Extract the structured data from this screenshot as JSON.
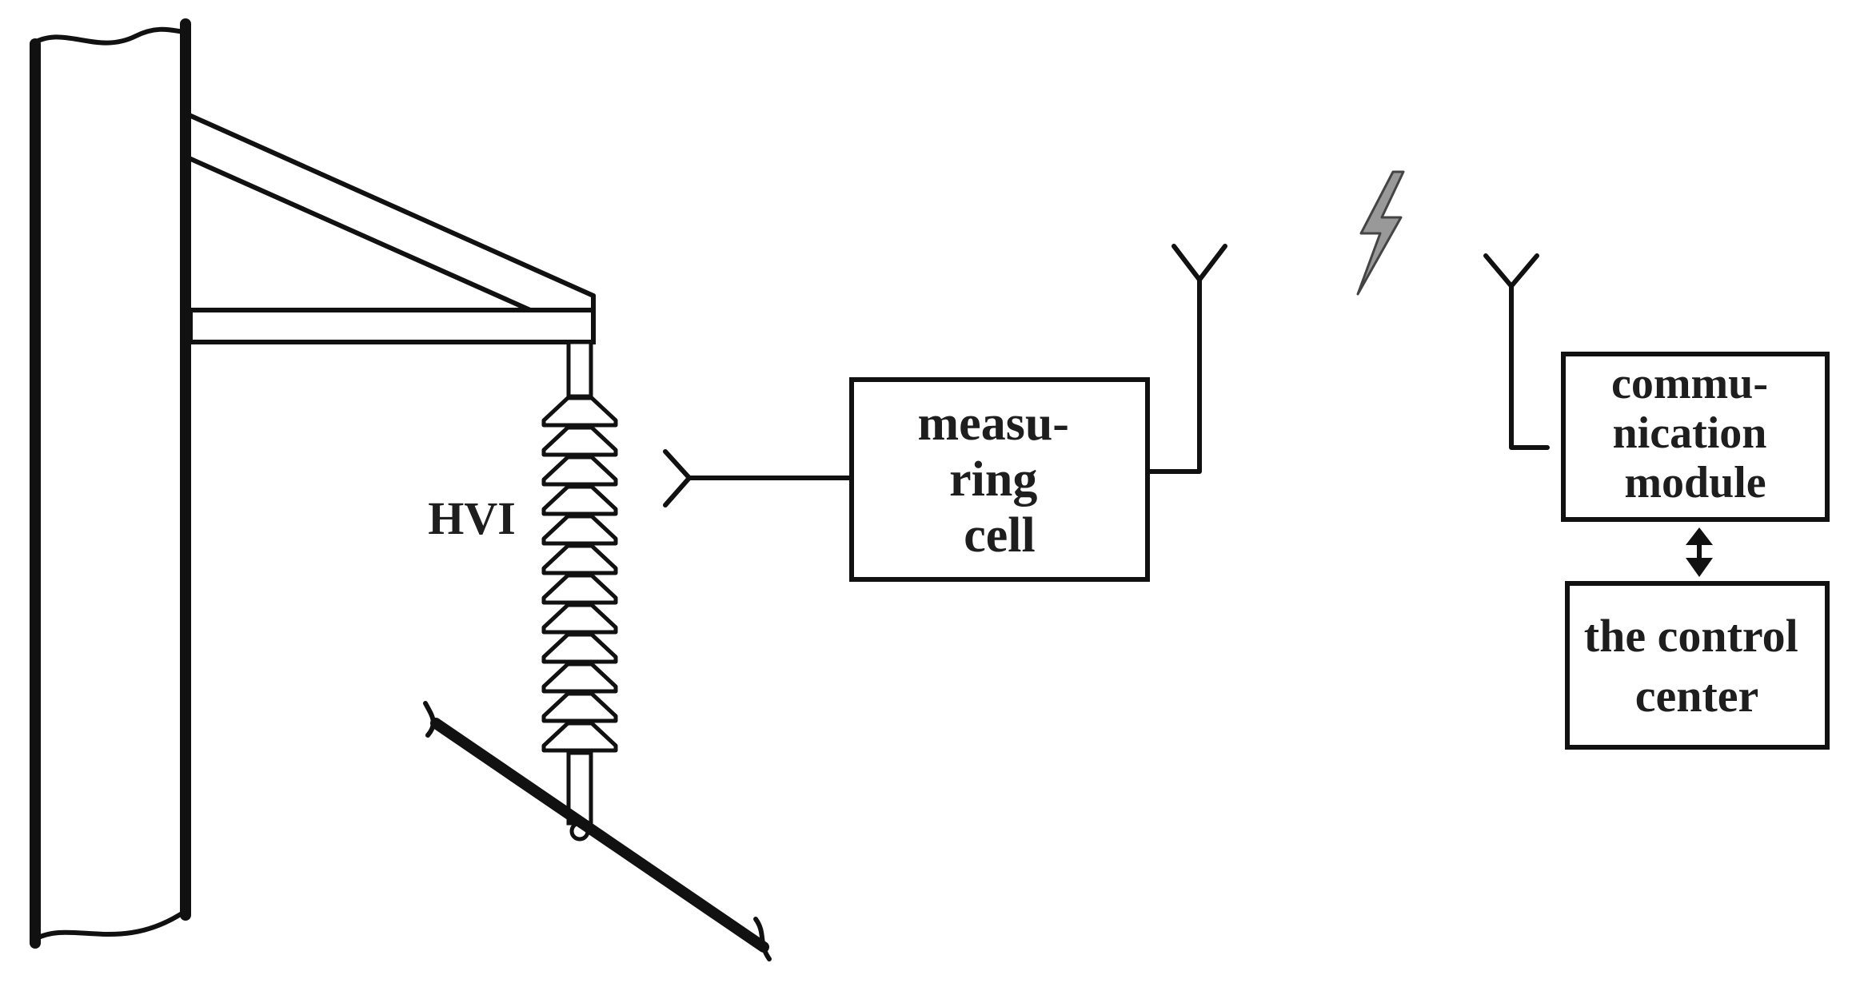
{
  "labels": {
    "insulator": "HVI",
    "measuring_cell": [
      "measu-",
      "ring",
      "cell"
    ],
    "communication_module": [
      "commu-",
      "nication",
      "module"
    ],
    "control_center": [
      "the control",
      "center"
    ]
  },
  "colors": {
    "stroke": "#111111",
    "text": "#1e1e1e",
    "lightning": "#999999"
  },
  "icons": [
    "lightning-bolt-icon",
    "antenna-icon",
    "bidirectional-arrow-icon",
    "insulator-icon",
    "utility-pole-icon"
  ]
}
